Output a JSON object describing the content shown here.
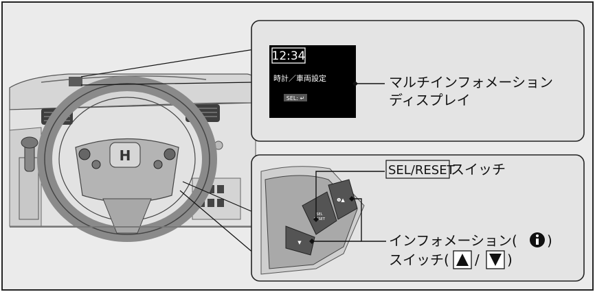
{
  "display": {
    "clock": "12:34",
    "menu_text": "時計／車両設定",
    "sel_hint": "SEL: ↵"
  },
  "labels": {
    "mid_line1": "マルチインフォメーション",
    "mid_line2": "ディスプレイ",
    "sel_key": "SEL/RESET",
    "sel_suffix": " スイッチ",
    "info_line1_prefix": "インフォメーション(",
    "info_line1_suffix": ")",
    "info_line2_prefix": "スイッチ(",
    "info_line2_sep": "/",
    "info_line2_suffix": ")"
  },
  "buttons": {
    "sel_line1": "SEL",
    "sel_line2": "RESET"
  },
  "colors": {
    "background": "#ebebeb",
    "panel": "#e4e4e4",
    "display_bg": "#000000",
    "display_text": "#ffffff",
    "line": "#111111"
  }
}
